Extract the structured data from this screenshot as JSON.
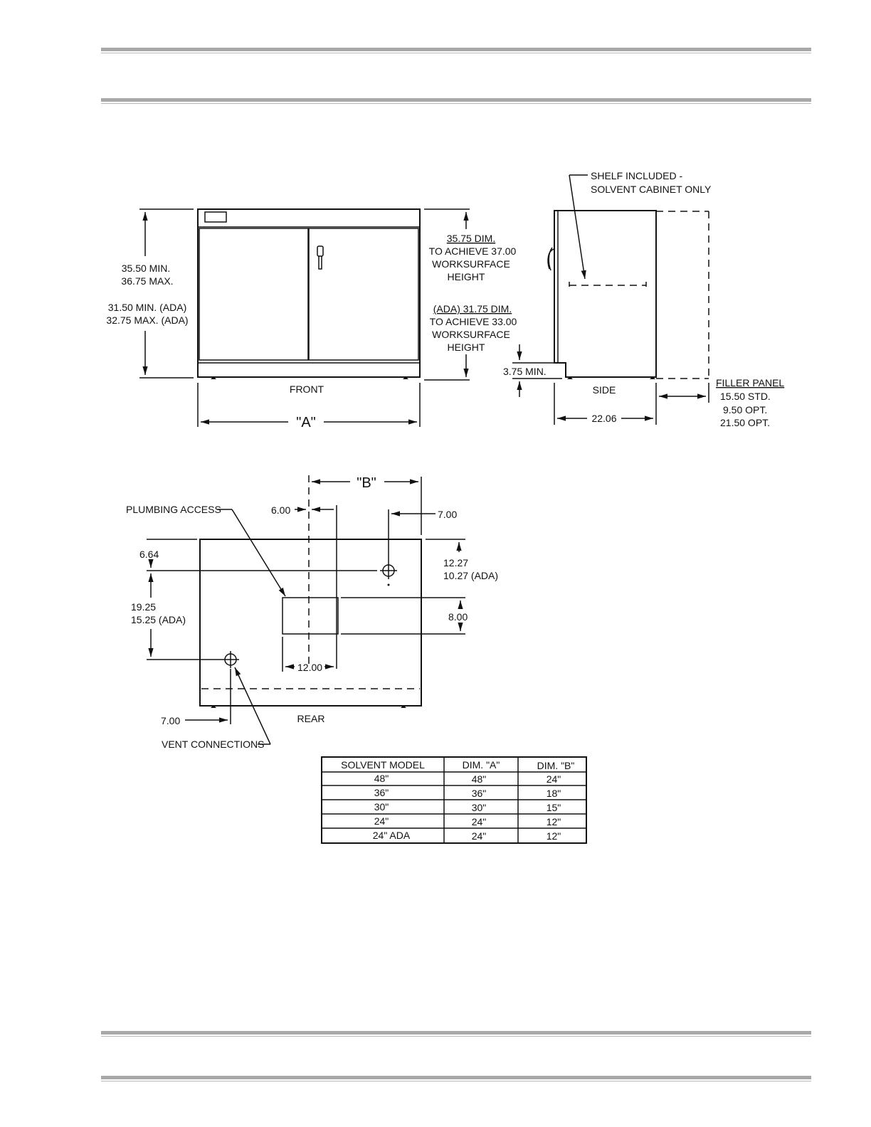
{
  "front_view": {
    "height_std": [
      "35.50 MIN.",
      "36.75 MAX."
    ],
    "height_ada": [
      "31.50 MIN. (ADA)",
      "32.75 MAX. (ADA)"
    ],
    "dim_std": [
      "35.75 DIM.",
      "TO ACHIEVE 37.00",
      "WORKSURFACE",
      "HEIGHT"
    ],
    "dim_ada": [
      "(ADA) 31.75 DIM.",
      "TO ACHIEVE 33.00",
      "WORKSURFACE",
      "HEIGHT"
    ],
    "label": "FRONT",
    "width_label": "\"A\""
  },
  "side_view": {
    "shelf_note": [
      "SHELF INCLUDED -",
      "SOLVENT CABINET ONLY"
    ],
    "toe_kick": "3.75 MIN.",
    "label": "SIDE",
    "depth": "22.06",
    "filler_title": "FILLER PANEL",
    "filler_values": [
      "15.50 STD.",
      "9.50 OPT.",
      "21.50 OPT."
    ]
  },
  "rear_view": {
    "b_label": "\"B\"",
    "plumbing_access": "PLUMBING ACCESS",
    "dim_600": "6.00",
    "dim_700_top": "7.00",
    "dim_664": "6.64",
    "dim_1227": "12.27",
    "dim_1027": "10.27  (ADA)",
    "dim_1925": "19.25",
    "dim_1525": "15.25  (ADA)",
    "dim_800": "8.00",
    "dim_1200": "12.00",
    "dim_700_bottom": "7.00",
    "label": "REAR",
    "vent": "VENT CONNECTIONS"
  },
  "table": {
    "headers": [
      "SOLVENT  MODEL",
      "DIM. \"A\"",
      "DIM. \"B\""
    ],
    "rows": [
      [
        "48\"",
        "48\"",
        "24\""
      ],
      [
        "36\"",
        "36\"",
        "18\""
      ],
      [
        "30\"",
        "30\"",
        "15\""
      ],
      [
        "24\"",
        "24\"",
        "12\""
      ],
      [
        "24\"  ADA",
        "24\"",
        "12\""
      ]
    ]
  }
}
